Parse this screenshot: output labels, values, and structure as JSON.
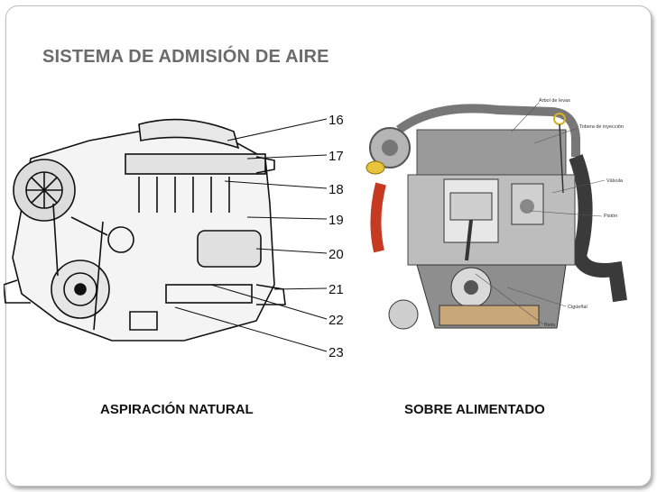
{
  "slide": {
    "title": "SISTEMA DE ADMISIÓN DE AIRE",
    "left_figure": {
      "caption": "ASPIRACIÓN NATURAL",
      "callouts": [
        "16",
        "17",
        "18",
        "19",
        "20",
        "21",
        "22",
        "23"
      ]
    },
    "right_figure": {
      "caption": "SOBRE ALIMENTADO",
      "labels": {
        "arbol_de_levas": "Árbol de levas",
        "tobera": "Tobera de inyección",
        "valvula": "Válvula",
        "piston": "Pistón",
        "cigueñal": "Cigüeñal",
        "biela": "Biela"
      }
    }
  }
}
